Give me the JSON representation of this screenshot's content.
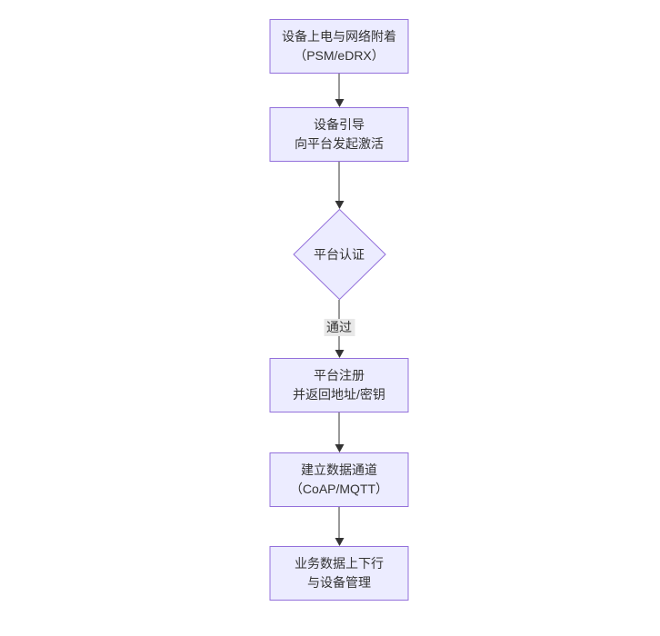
{
  "diagram": {
    "type": "flowchart",
    "direction": "top-down",
    "colors": {
      "background": "#ffffff",
      "node_fill": "#ECECFF",
      "node_border": "#9370DB",
      "arrow": "#333333",
      "text": "#333333",
      "edge_label_bg": "#e8e8e8"
    },
    "nodes": [
      {
        "id": "n1",
        "shape": "rect",
        "lines": [
          "设备上电与网络附着",
          "（PSM/eDRX）"
        ]
      },
      {
        "id": "n2",
        "shape": "rect",
        "lines": [
          "设备引导",
          "向平台发起激活"
        ]
      },
      {
        "id": "n3",
        "shape": "diamond",
        "lines": [
          "平台认证"
        ]
      },
      {
        "id": "n4",
        "shape": "rect",
        "lines": [
          "平台注册",
          "并返回地址/密钥"
        ]
      },
      {
        "id": "n5",
        "shape": "rect",
        "lines": [
          "建立数据通道",
          "（CoAP/MQTT）"
        ]
      },
      {
        "id": "n6",
        "shape": "rect",
        "lines": [
          "业务数据上下行",
          "与设备管理"
        ]
      }
    ],
    "edges": [
      {
        "from": "n1",
        "to": "n2",
        "label": ""
      },
      {
        "from": "n2",
        "to": "n3",
        "label": ""
      },
      {
        "from": "n3",
        "to": "n4",
        "label": "通过"
      },
      {
        "from": "n4",
        "to": "n5",
        "label": ""
      },
      {
        "from": "n5",
        "to": "n6",
        "label": ""
      }
    ]
  }
}
